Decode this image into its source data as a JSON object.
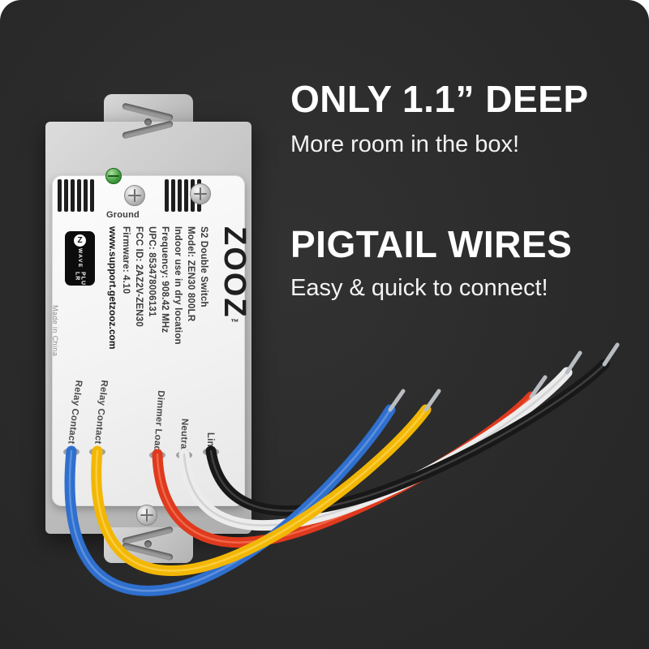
{
  "right_panel": {
    "headline_1": "ONLY 1.1” DEEP",
    "subheadline_1": "More room in the box!",
    "headline_2": "PIGTAIL WIRES",
    "subheadline_2": "Easy & quick to connect!"
  },
  "device": {
    "brand": "ZOOZ",
    "trademark": "™",
    "ground_label": "Ground",
    "badge": {
      "z": "Z",
      "wave": "WAVE",
      "tier": "PLUS LR"
    },
    "made_in": "Made in China",
    "specs": [
      "S2 Double Switch",
      "Model: ZEN30 800LR",
      "Indoor use in dry location",
      "Frequency: 908.42 MHz",
      "UPC: 853478006131",
      "FCC ID: 2AZ2V-ZEN30",
      "Firmware: 4.10"
    ],
    "website": "www.support.getzooz.com",
    "terminals": [
      "Relay Contact 2",
      "Relay Contact 1",
      "Dimmer Load",
      "Neutral",
      "Line"
    ]
  },
  "wires": {
    "blue": "#2f6fce",
    "yellow": "#f2b705",
    "red": "#df3a1e",
    "white": "#ececec",
    "black": "#181818",
    "tip": "#b9bdc2"
  }
}
